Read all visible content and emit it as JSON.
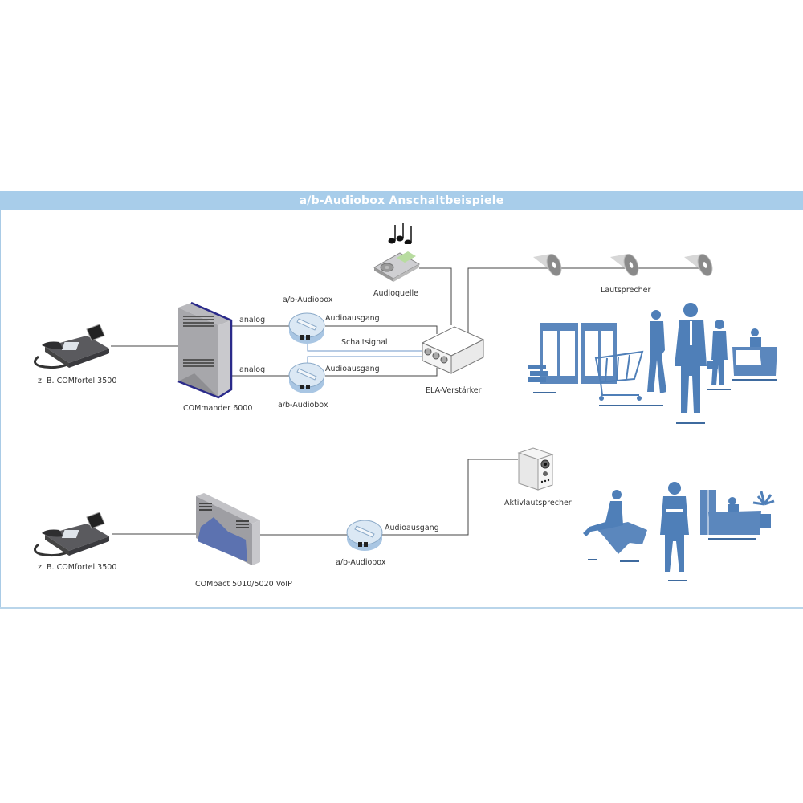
{
  "title": "a/b-Audiobox Anschaltbeispiele",
  "colors": {
    "title_bar": "#a8cdea",
    "title_text": "#ffffff",
    "line": "#444444",
    "signal_line": "#6f97c9",
    "silhouette": "#4f7fb8",
    "pbx_accent": "#2a2a8a"
  },
  "top_scenario": {
    "phone_label": "z. B. COMfortel 3500",
    "pbx_label": "COMmander 6000",
    "line1_label": "analog",
    "line2_label": "analog",
    "audiobox1_label": "a/b-Audiobox",
    "audiobox2_label": "a/b-Audiobox",
    "out1_label": "Audioausgang",
    "out2_label": "Audioausgang",
    "signal_label": "Schaltsignal",
    "amplifier_label": "ELA-Verstärker",
    "source_label": "Audioquelle",
    "speakers_label": "Lautsprecher",
    "speaker_count": 3,
    "scene": "retail-store-silhouettes"
  },
  "bottom_scenario": {
    "phone_label": "z. B. COMfortel 3500",
    "pbx_label": "COMpact 5010/5020 VoIP",
    "audiobox_label": "a/b-Audiobox",
    "out_label": "Audioausgang",
    "active_speaker_label": "Aktivlautsprecher",
    "scene": "medical-office-silhouettes"
  }
}
